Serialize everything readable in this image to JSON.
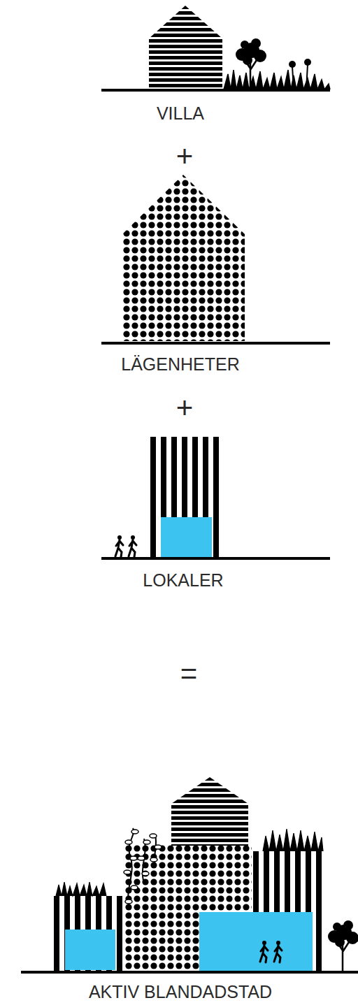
{
  "diagram": {
    "labels": [
      "VILLA",
      "+",
      "LÄGENHETER",
      "+",
      "LOKALER",
      "=",
      "AKTIV BLANDADSTAD"
    ]
  }
}
